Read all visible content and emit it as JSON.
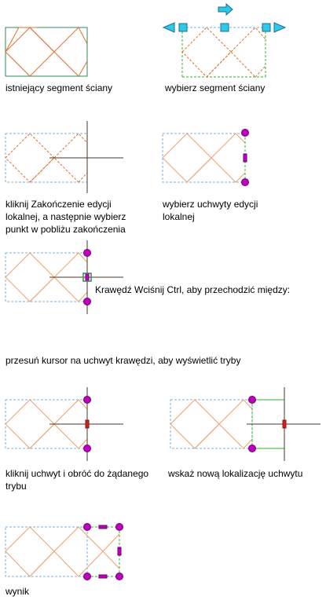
{
  "colors": {
    "wall_stroke_solid": "#2e8b57",
    "pattern_orange": "#f0a070",
    "pattern_dashed": "#e07030",
    "dashed_blue": "#7ab0e0",
    "grip_cyan": "#2ec8e8",
    "grip_magenta": "#c000c0",
    "crosshair": "#4a3a2a",
    "dashed_green": "#2fb52f",
    "edge_purple": "#8a2ab0",
    "handle_red": "#d02020"
  },
  "icons": {
    "arrow": "cyan-arrow-icon",
    "grip_square": "square-grip-icon",
    "grip_circle": "circle-grip-icon",
    "cursor_box": "pickbox-cursor-icon"
  },
  "captions": {
    "step1": {
      "lines": [
        "istniejący segment ściany"
      ]
    },
    "step2": {
      "lines": [
        "wybierz segment ściany"
      ]
    },
    "step3": {
      "lines": [
        "kliknij Zakończenie edycji",
        "lokalnej, a następnie wybierz",
        "punkt w pobliżu zakończenia"
      ]
    },
    "step4": {
      "lines": [
        "wybierz uchwyty edycji",
        "lokalnej"
      ]
    },
    "step5_tooltip": {
      "lines": [
        "Krawędź Wciśnij Ctrl, aby przechodzić między:"
      ]
    },
    "step5": {
      "lines": [
        "przesuń kursor na uchwyt krawędzi, aby wyświetlić tryby"
      ]
    },
    "step6": {
      "lines": [
        "kliknij uchwyt i obróć do żądanego",
        "trybu"
      ]
    },
    "step7": {
      "lines": [
        "wskaż nową lokalizację uchwytu"
      ]
    },
    "step8": {
      "lines": [
        "wynik"
      ]
    }
  }
}
